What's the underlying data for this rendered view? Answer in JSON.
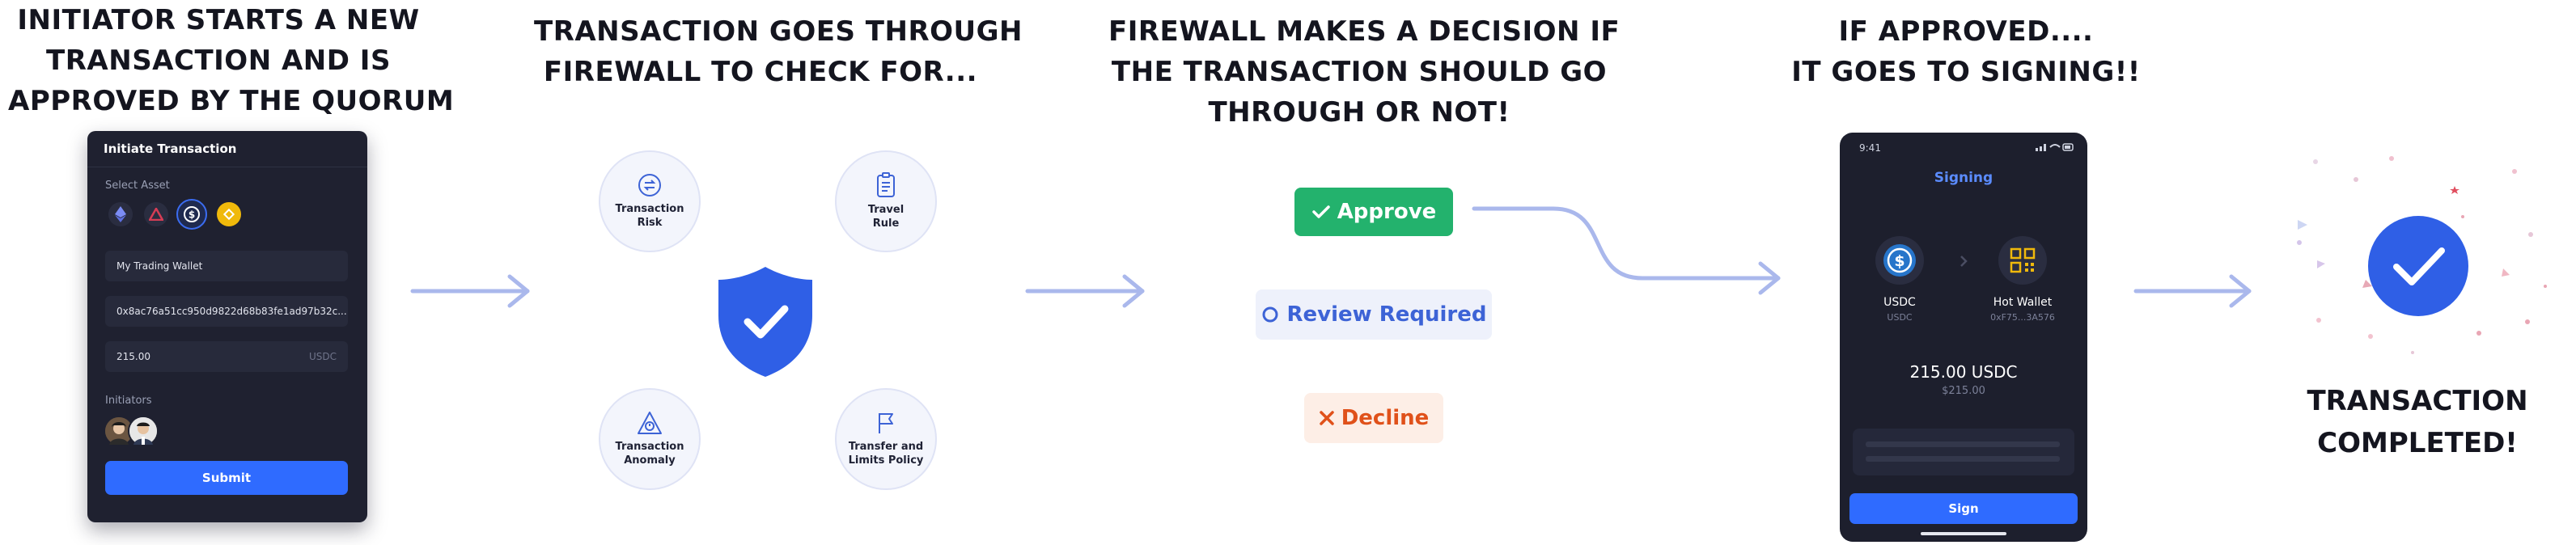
{
  "steps": {
    "step1": {
      "lines": [
        "INITIATOR STARTS A NEW",
        "TRANSACTION AND IS",
        "APPROVED BY THE QUORUM"
      ]
    },
    "step2": {
      "lines": [
        "TRANSACTION GOES THROUGH",
        "FIREWALL TO CHECK FOR..."
      ]
    },
    "step3": {
      "lines": [
        "FIREWALL MAKES A DECISION IF",
        "THE TRANSACTION SHOULD GO",
        "THROUGH OR NOT!"
      ]
    },
    "step4": {
      "lines": [
        "IF APPROVED....",
        "IT GOES TO SIGNING!!"
      ]
    },
    "step5": {
      "lines": [
        "TRANSACTION",
        "COMPLETED!"
      ]
    }
  },
  "initiate_card": {
    "title": "Initiate Transaction",
    "select_asset_label": "Select Asset",
    "wallet_field": "My Trading Wallet",
    "address_field": "0x8ac76a51cc950d9822d68b83fe1ad97b32c...",
    "amount_value": "215.00",
    "amount_unit": "USDC",
    "initiators_label": "Initiators",
    "submit_label": "Submit",
    "asset_icons": [
      "ethereum-icon",
      "avalanche-icon",
      "usdc-icon",
      "bnb-icon"
    ]
  },
  "checks": [
    {
      "label_lines": [
        "Transaction",
        "Risk"
      ],
      "icon": "transfer-arrows-icon"
    },
    {
      "label_lines": [
        "Travel",
        "Rule"
      ],
      "icon": "clipboard-list-icon"
    },
    {
      "label_lines": [
        "Transaction",
        "Anomaly"
      ],
      "icon": "alert-icon"
    },
    {
      "label_lines": [
        "Transfer and",
        "Limits Policy"
      ],
      "icon": "flag-icon"
    }
  ],
  "decisions": {
    "approve": "Approve",
    "review": "Review Required",
    "decline": "Decline"
  },
  "signing_screen": {
    "time": "9:41",
    "title": "Signing",
    "from_label": "USDC",
    "from_sub": "USDC",
    "to_label": "Hot Wallet",
    "to_sub": "0xF75...3A576",
    "amount": "215.00 USDC",
    "amount_fiat": "$215.00",
    "sign_label": "Sign"
  },
  "colors": {
    "accent_blue": "#2f6bff",
    "approve_green": "#23b26d",
    "review_bg": "#eef1fb",
    "review_text": "#3d63d6",
    "decline_bg": "#fdeee6",
    "decline_text": "#e0511a",
    "arrow": "#aab8ec",
    "card_dark": "#1f2130"
  }
}
